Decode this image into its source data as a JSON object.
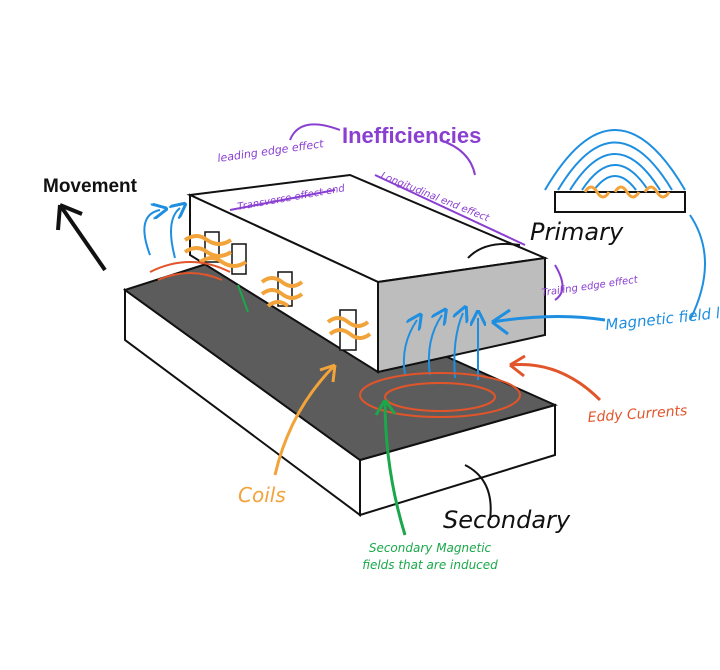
{
  "labels": {
    "movement": "Movement",
    "inefficiencies": "Inefficiencies",
    "leading_edge": "leading edge effect",
    "transverse_edge": "Transverse effect end",
    "longitudinal_end": "Longitudinal end effect",
    "primary": "Primary",
    "trailing_edge": "Trailing edge effect",
    "magnetic_field_lines": "Magnetic field lines",
    "eddy_currents": "Eddy Currents",
    "coils": "Coils",
    "secondary": "Secondary",
    "secondary_fields": "Secondary Magnetic fields that are induced"
  },
  "colors": {
    "purple": "#8a3fd1",
    "blue": "#1e8fe0",
    "orange": "#f2a33a",
    "red": "#e2552a",
    "green": "#1aa84a",
    "dark_gray": "#5c5c5c",
    "light_gray": "#bdbdbd",
    "ink": "#111111"
  }
}
